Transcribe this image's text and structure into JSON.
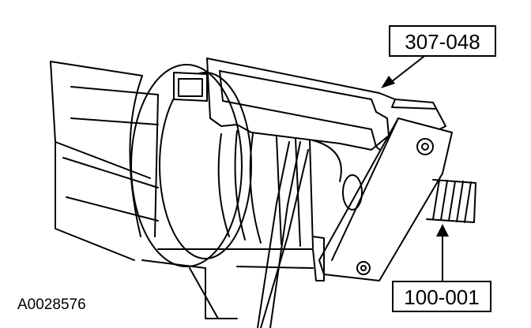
{
  "figure": {
    "figure_id": "A0028576",
    "callouts": [
      {
        "id": "tool-307-048",
        "label": "307-048"
      },
      {
        "id": "tool-100-001",
        "label": "100-001"
      }
    ]
  }
}
